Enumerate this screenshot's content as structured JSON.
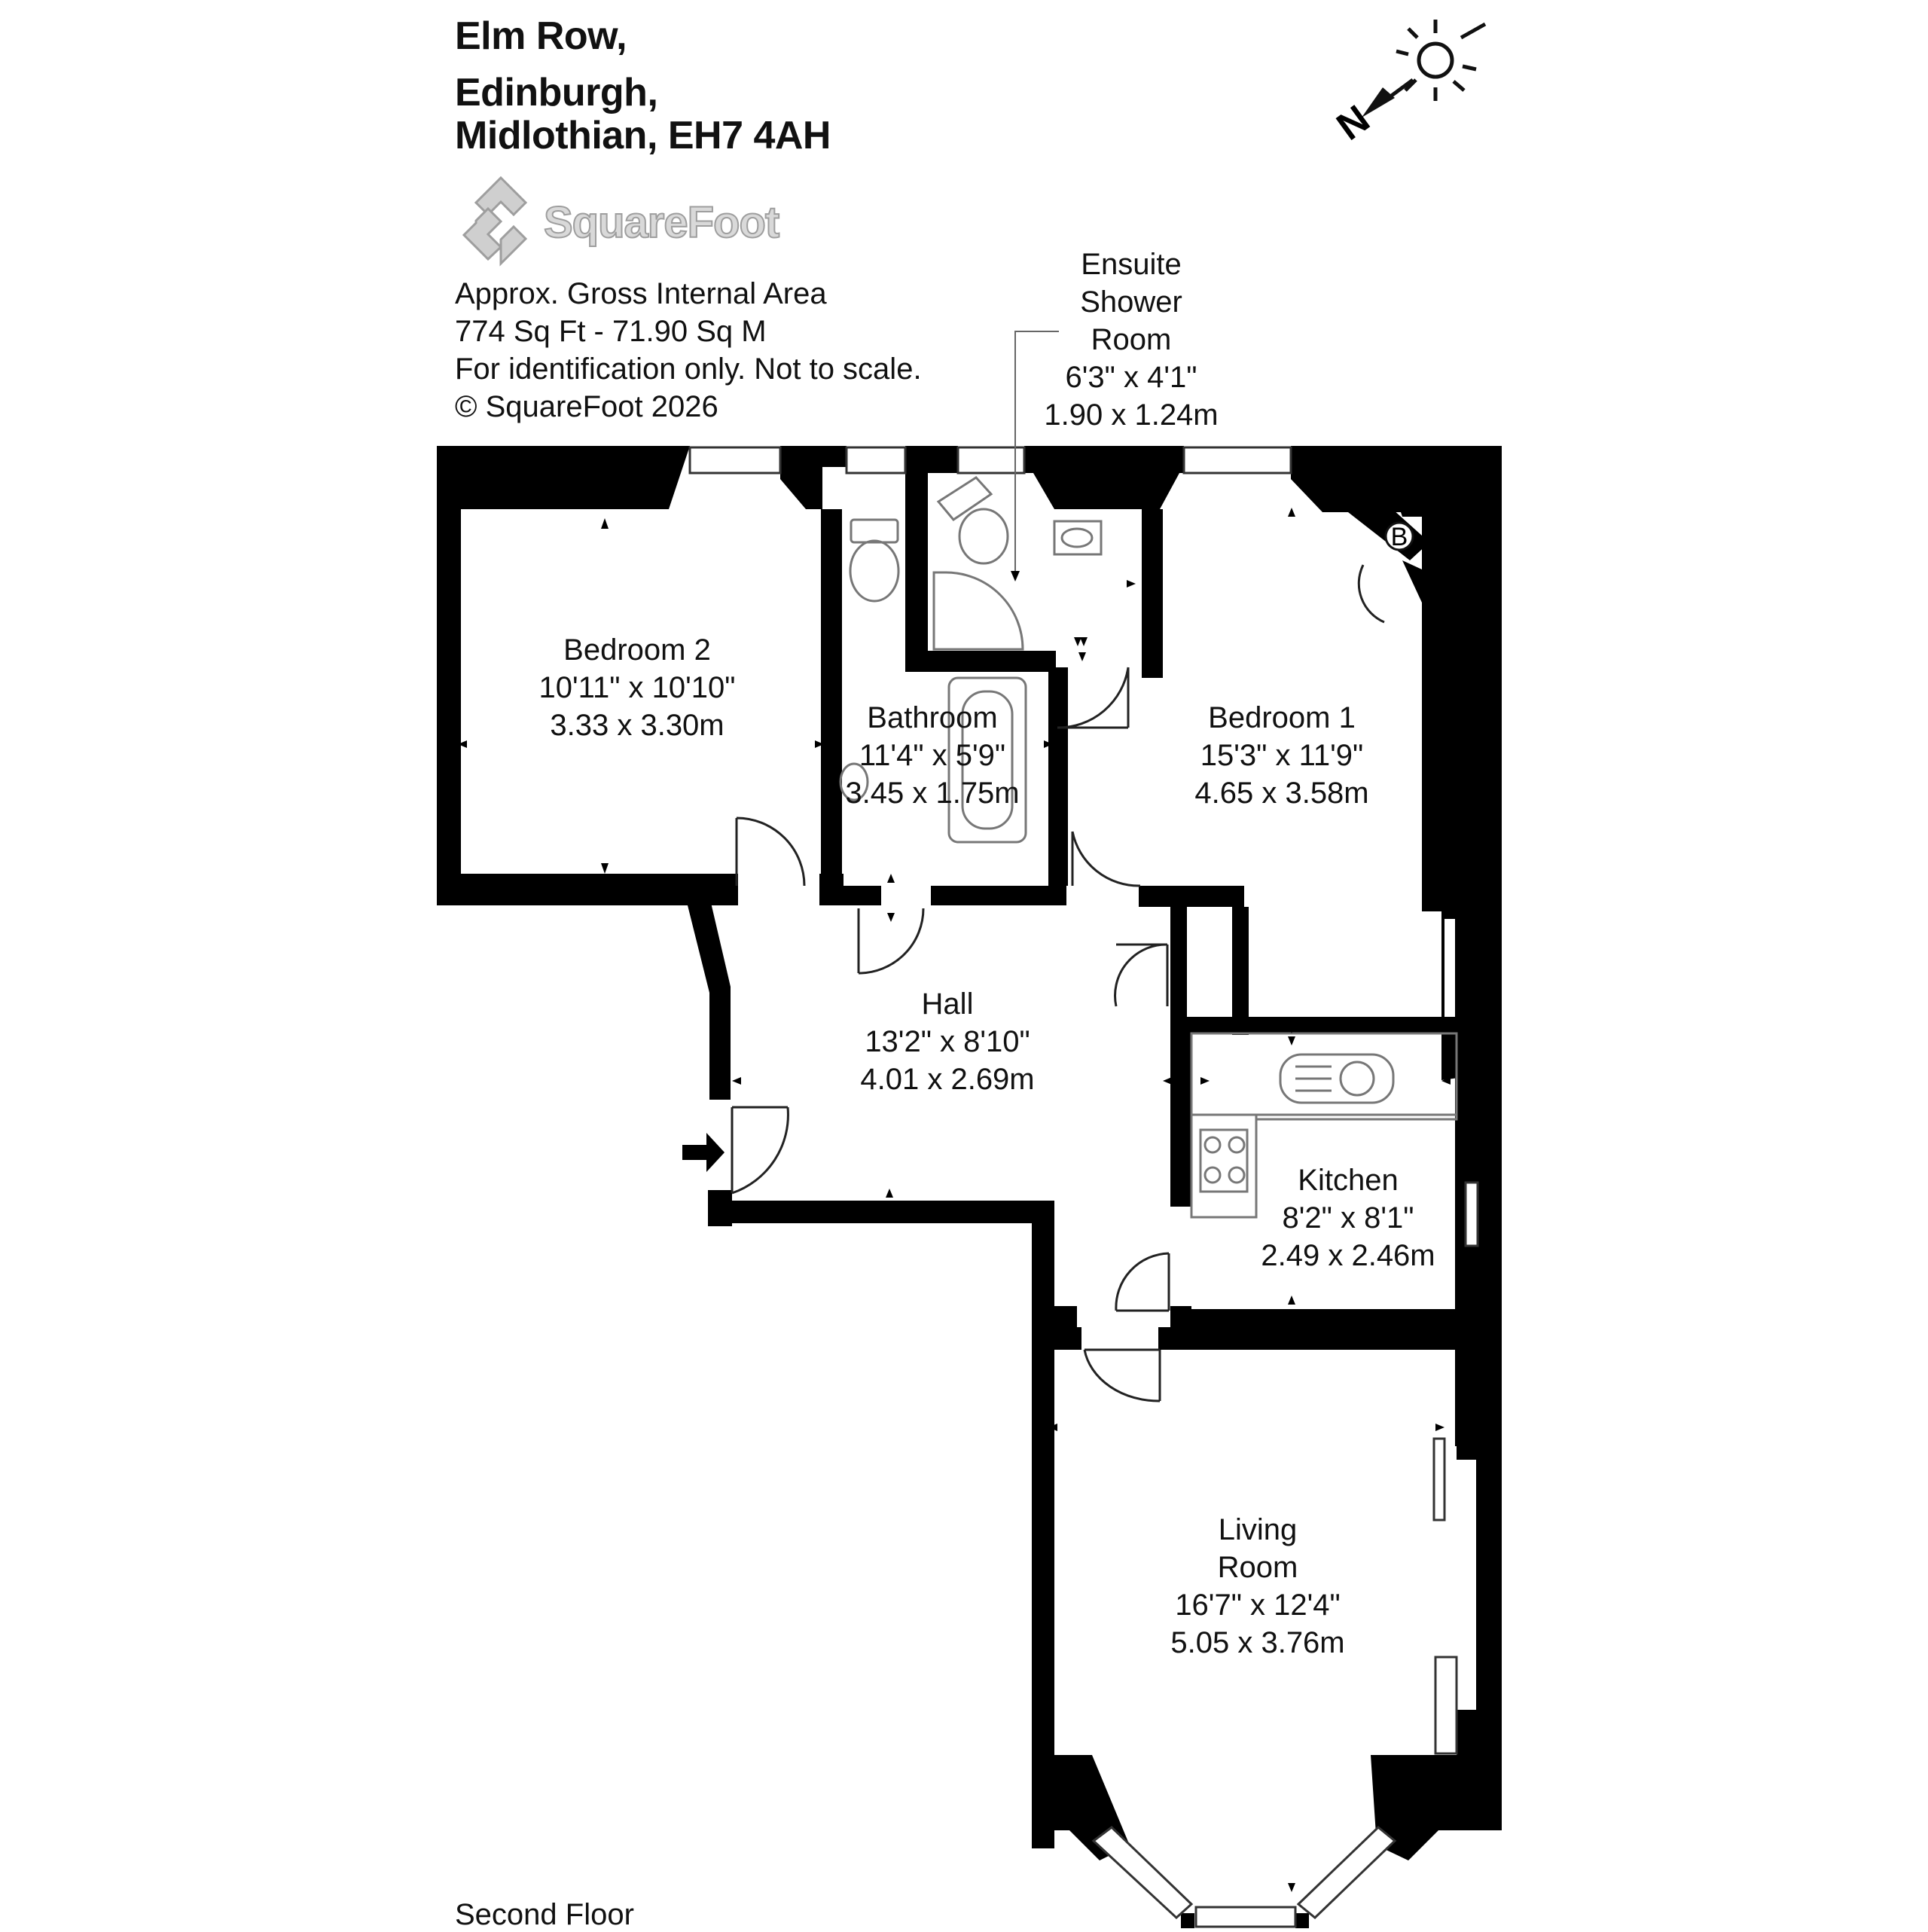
{
  "address": {
    "line1": "Elm Row,",
    "line2": "Edinburgh,",
    "line3": "Midlothian, EH7 4AH"
  },
  "brand": {
    "name": "SquareFoot"
  },
  "area_info": {
    "line1": "Approx. Gross Internal Area",
    "line2": "774 Sq Ft  -  71.90 Sq M",
    "line3": "For identification only. Not to scale.",
    "line4": "© SquareFoot 2026"
  },
  "compass": {
    "north_letter": "N"
  },
  "rooms": {
    "ensuite": {
      "name_1": "Ensuite",
      "name_2": "Shower",
      "name_3": "Room",
      "imperial": "6'3\" x 4'1\"",
      "metric": "1.90 x 1.24m"
    },
    "bedroom2": {
      "name": "Bedroom 2",
      "imperial": "10'11\" x 10'10\"",
      "metric": "3.33 x 3.30m"
    },
    "bathroom": {
      "name": "Bathroom",
      "imperial": "11'4\" x 5'9\"",
      "metric": "3.45 x 1.75m"
    },
    "bedroom1": {
      "name": "Bedroom 1",
      "imperial": "15'3\" x 11'9\"",
      "metric": "4.65 x 3.58m"
    },
    "hall": {
      "name": "Hall",
      "imperial": "13'2\" x 8'10\"",
      "metric": "4.01 x 2.69m"
    },
    "kitchen": {
      "name": "Kitchen",
      "imperial": "8'2\" x 8'1\"",
      "metric": "2.49 x 2.46m"
    },
    "living": {
      "name_1": "Living",
      "name_2": "Room",
      "imperial": "16'7\" x 12'4\"",
      "metric": "5.05 x 3.76m"
    }
  },
  "boiler_marker": "B",
  "floor_label": "Second Floor"
}
